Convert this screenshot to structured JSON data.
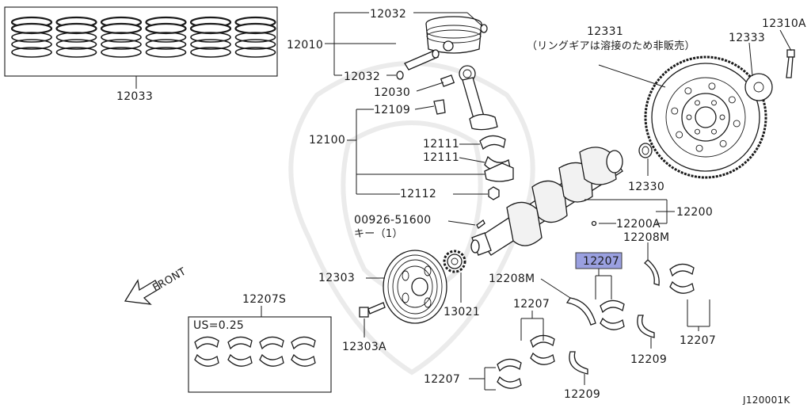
{
  "colors": {
    "line": "#1a1a1a",
    "highlight": "#9aa0e0",
    "background": "#ffffff",
    "watermark": "#ebebeb"
  },
  "labels": {
    "p12032_top": "12032",
    "p12010": "12010",
    "p12032_bot": "12032",
    "p12030": "12030",
    "p12109": "12109",
    "p12100": "12100",
    "p12111_a": "12111",
    "p12111_b": "12111",
    "p12112": "12112",
    "p00926": "00926-51600",
    "key_note": "キー（1）",
    "p12033": "12033",
    "p12331": "12331",
    "ring_note": "（リングギアは溶接のため非販売）",
    "p12333": "12333",
    "p12310A": "12310A",
    "p12330": "12330",
    "p12200": "12200",
    "p12200A": "12200A",
    "p12208M_r": "12208M",
    "p12207_hl": "12207",
    "p12208M_l": "12208M",
    "p12303": "12303",
    "p13021": "13021",
    "p12303A": "12303A",
    "p12207S": "12207S",
    "us_note": "US=0.25",
    "p12207_mid": "12207",
    "p12207_right": "12207",
    "p12209_r": "12209",
    "p12207_bottom": "12207",
    "p12209_b": "12209",
    "front": "FRONT",
    "diagram_id": "J120001K"
  }
}
